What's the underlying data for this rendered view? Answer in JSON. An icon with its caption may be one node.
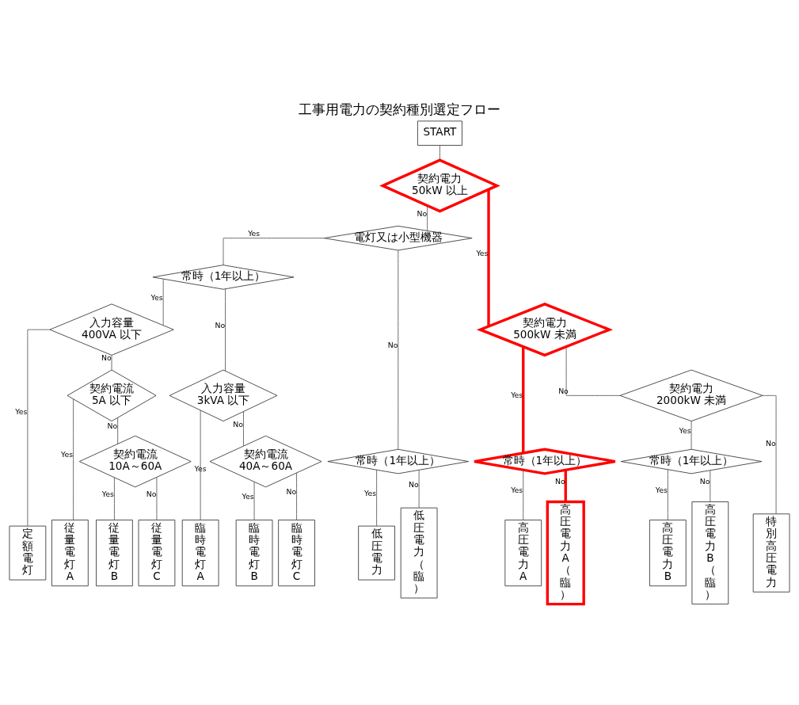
{
  "diagram": {
    "title": "工事用電力の契約種別選定フロー",
    "nodes": [
      {
        "text": [
          "START"
        ]
      },
      {
        "text": [
          "契約電力 50kW 以上"
        ]
      },
      {
        "text": [
          "電灯又は小型機器"
        ]
      },
      {
        "text": [
          "契約電力 500kW 未満"
        ]
      },
      {
        "text": [
          "常時（1年以上）"
        ]
      },
      {
        "text": [
          "常時（1年以上）"
        ]
      },
      {
        "text": [
          "契約電力 2000kW 未満"
        ]
      },
      {
        "text": [
          "入力容量 400VA 以下"
        ]
      },
      {
        "text": [
          "入力容量 3kVA 以下"
        ]
      },
      {
        "text": [
          "常時（1年以上）"
        ]
      },
      {
        "text": [
          "常時（1年以上）"
        ]
      },
      {
        "text": [
          "契約電流 5A 以下"
        ]
      },
      {
        "text": [
          "契約電流 40A～60A"
        ]
      },
      {
        "text": [
          "契約電流 10A～60A"
        ]
      },
      {
        "text": [
          "定額電灯"
        ]
      },
      {
        "text": [
          "従量電灯A"
        ]
      },
      {
        "text": [
          "従量電灯B"
        ]
      },
      {
        "text": [
          "従量電灯C"
        ]
      },
      {
        "text": [
          "臨時電灯A"
        ]
      },
      {
        "text": [
          "臨時電灯B"
        ]
      },
      {
        "text": [
          "臨時電灯C"
        ]
      },
      {
        "text": [
          "低圧電力"
        ]
      },
      {
        "text": [
          "低圧電力（臨）"
        ]
      },
      {
        "text": [
          "高圧電力A"
        ]
      },
      {
        "text": [
          "高圧電力A（臨）"
        ]
      },
      {
        "text": [
          "高圧電力B"
        ]
      },
      {
        "text": [
          "高圧電力B（臨）"
        ]
      },
      {
        "text": [
          "特別高圧電力"
        ]
      }
    ],
    "edges": [
      {
        "from": 0,
        "to": 1,
        "arrow": "none"
      },
      {
        "from": 1,
        "to": 2,
        "arrow": "none",
        "label": "No"
      },
      {
        "from": 1,
        "to": 3,
        "arrow": "none",
        "label": "Yes",
        "style": "thick",
        "color": "#ff0000"
      },
      {
        "from": 2,
        "to": 4,
        "arrow": "none",
        "label": "Yes"
      },
      {
        "from": 2,
        "to": 5,
        "arrow": "none",
        "label": "No"
      },
      {
        "from": 3,
        "to": 9,
        "arrow": "none",
        "label": "Yes",
        "style": "thick",
        "color": "#ff0000"
      },
      {
        "from": 3,
        "to": 6,
        "arrow": "none",
        "label": "No"
      },
      {
        "from": 4,
        "to": 7,
        "arrow": "none",
        "label": "Yes"
      },
      {
        "from": 4,
        "to": 8,
        "arrow": "none",
        "label": "No"
      },
      {
        "from": 5,
        "to": 21,
        "arrow": "none",
        "label": "Yes"
      },
      {
        "from": 5,
        "to": 22,
        "arrow": "none",
        "label": "No"
      },
      {
        "from": 6,
        "to": 10,
        "arrow": "none",
        "label": "Yes"
      },
      {
        "from": 6,
        "to": 27,
        "arrow": "none",
        "label": "No"
      },
      {
        "from": 7,
        "to": 14,
        "arrow": "none",
        "label": "Yes"
      },
      {
        "from": 7,
        "to": 11,
        "arrow": "none",
        "label": "No"
      },
      {
        "from": 8,
        "to": 18,
        "arrow": "none",
        "label": "Yes"
      },
      {
        "from": 8,
        "to": 12,
        "arrow": "none",
        "label": "No"
      },
      {
        "from": 9,
        "to": 23,
        "arrow": "none",
        "label": "Yes"
      },
      {
        "from": 9,
        "to": 24,
        "arrow": "none",
        "label": "No",
        "style": "thick",
        "color": "#ff0000"
      },
      {
        "from": 10,
        "to": 25,
        "arrow": "none",
        "label": "Yes"
      },
      {
        "from": 10,
        "to": 26,
        "arrow": "none",
        "label": "No"
      },
      {
        "from": 11,
        "to": 15,
        "arrow": "none",
        "label": "Yes"
      },
      {
        "from": 11,
        "to": 13,
        "arrow": "none",
        "label": "No"
      },
      {
        "from": 12,
        "to": 19,
        "arrow": "none",
        "label": "Yes"
      },
      {
        "from": 12,
        "to": 20,
        "arrow": "none",
        "label": "No"
      },
      {
        "from": 13,
        "to": 16,
        "arrow": "none",
        "label": "Yes"
      },
      {
        "from": 13,
        "to": 17,
        "arrow": "none",
        "label": "No"
      }
    ]
  }
}
